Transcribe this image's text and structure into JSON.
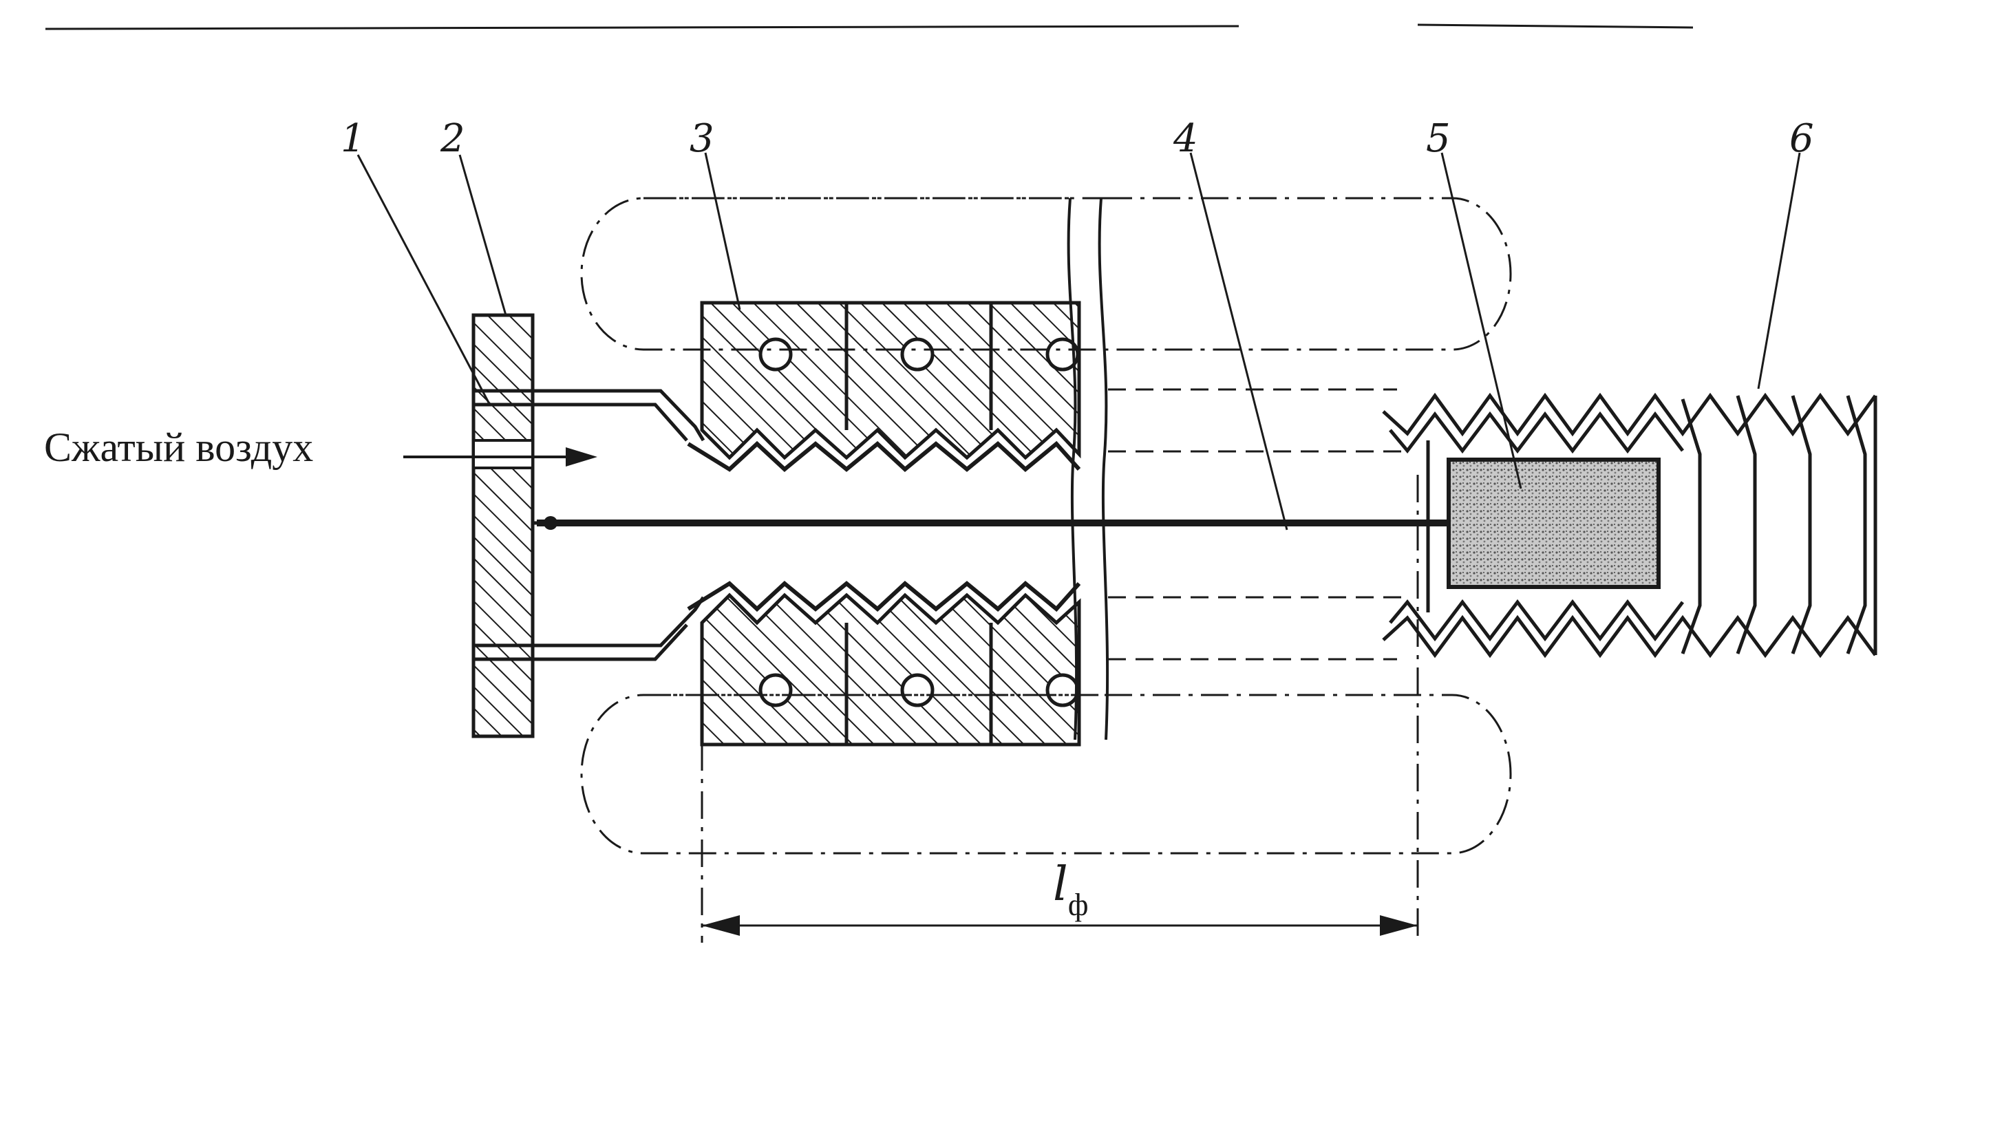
{
  "diagram": {
    "part_labels": [
      "1",
      "2",
      "3",
      "4",
      "5",
      "6"
    ],
    "inlet_label": "Сжатый воздух",
    "dimension": {
      "symbol": "l",
      "subscript": "ф"
    }
  },
  "colors": {
    "ink": "#1a1a1a",
    "background": "#ffffff",
    "sample_fill": "#b8b8b8"
  }
}
